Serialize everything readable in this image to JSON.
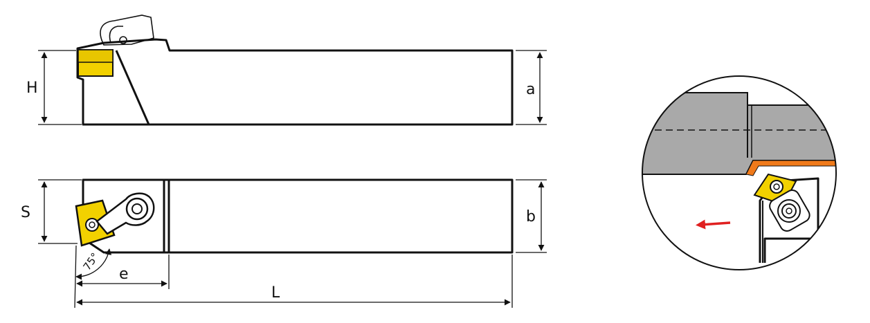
{
  "dimension_labels": {
    "H": "H",
    "a": "a",
    "S": "S",
    "b": "b",
    "e": "e",
    "L": "L",
    "angle": "75°"
  },
  "colors": {
    "insert_yellow": "#f2d100",
    "workpiece_grey": "#a9a9a9",
    "chip_orange": "#f07a1a",
    "feed_arrow_red": "#e02020",
    "line": "#111111"
  },
  "icons": {
    "feed_direction": "left-arrow-icon"
  }
}
